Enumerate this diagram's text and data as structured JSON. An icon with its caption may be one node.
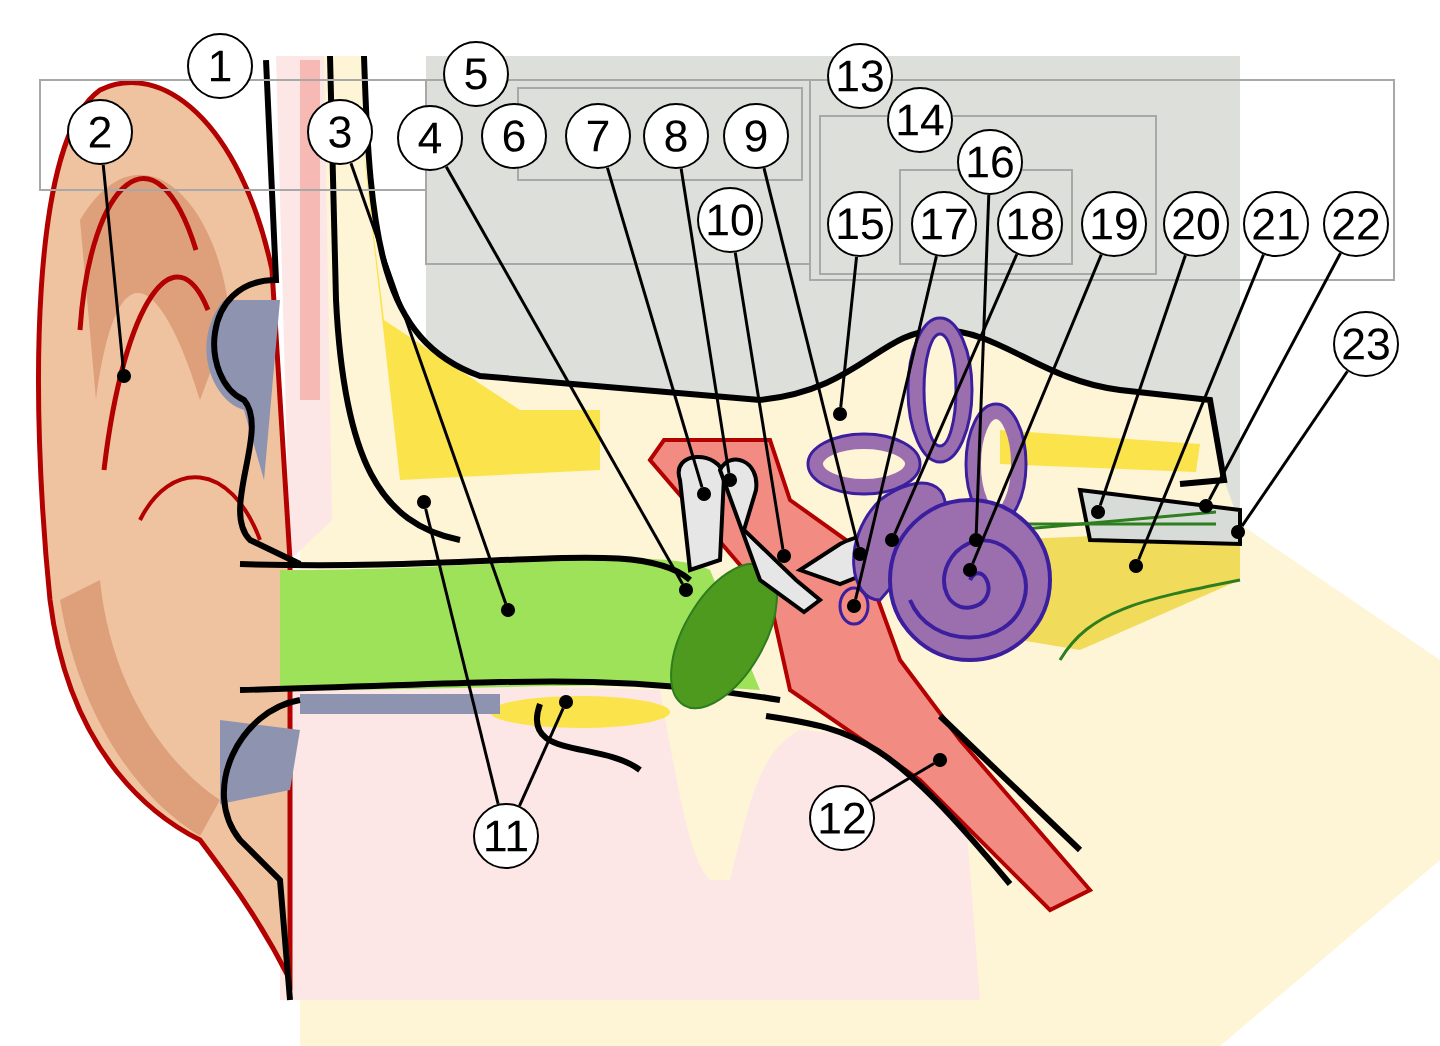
{
  "diagram": {
    "nodes": [
      {
        "text": [
          "1"
        ]
      },
      {
        "text": [
          "2"
        ]
      },
      {
        "text": [
          "3"
        ]
      },
      {
        "text": [
          "4"
        ]
      },
      {
        "text": [
          "5"
        ]
      },
      {
        "text": [
          "6"
        ]
      },
      {
        "text": [
          "7"
        ]
      },
      {
        "text": [
          "8"
        ]
      },
      {
        "text": [
          "9"
        ]
      },
      {
        "text": [
          "10"
        ]
      },
      {
        "text": [
          "11"
        ]
      },
      {
        "text": [
          "12"
        ]
      },
      {
        "text": [
          "13"
        ]
      },
      {
        "text": [
          "14"
        ]
      },
      {
        "text": [
          "15"
        ]
      },
      {
        "text": [
          "16"
        ]
      },
      {
        "text": [
          "17"
        ]
      },
      {
        "text": [
          "18"
        ]
      },
      {
        "text": [
          "19"
        ]
      },
      {
        "text": [
          "20"
        ]
      },
      {
        "text": [
          "21"
        ]
      },
      {
        "text": [
          "22"
        ]
      },
      {
        "text": [
          "23"
        ]
      },
      {
        "text": [],
        "shape": "circle"
      },
      {
        "text": [],
        "shape": "circle"
      },
      {
        "text": [],
        "shape": "circle"
      },
      {
        "text": [],
        "shape": "circle"
      },
      {
        "text": [],
        "shape": "circle"
      },
      {
        "text": [],
        "shape": "circle"
      },
      {
        "text": [],
        "shape": "circle"
      },
      {
        "text": [],
        "shape": "circle"
      },
      {
        "text": [],
        "shape": "circle"
      },
      {
        "text": [],
        "shape": "circle"
      },
      {
        "text": [],
        "shape": "circle"
      },
      {
        "text": [],
        "shape": "circle"
      },
      {
        "text": [],
        "shape": "circle"
      },
      {
        "text": [],
        "shape": "circle"
      },
      {
        "text": [],
        "shape": "circle"
      },
      {
        "text": [],
        "shape": "circle"
      },
      {
        "text": [],
        "shape": "circle"
      },
      {
        "text": [],
        "shape": "circle"
      },
      {
        "text": [],
        "shape": "circle"
      }
    ],
    "edges": [
      {
        "from": 1,
        "to": 23,
        "arrow": "none"
      },
      {
        "from": 2,
        "to": 25,
        "arrow": "none"
      },
      {
        "from": 3,
        "to": 27,
        "arrow": "none"
      },
      {
        "from": 6,
        "to": 28,
        "arrow": "none"
      },
      {
        "from": 7,
        "to": 29,
        "arrow": "none"
      },
      {
        "from": 8,
        "to": 33,
        "arrow": "none"
      },
      {
        "from": 9,
        "to": 30,
        "arrow": "none"
      },
      {
        "from": 10,
        "to": 24,
        "arrow": "none"
      },
      {
        "from": 10,
        "to": 26,
        "arrow": "none"
      },
      {
        "from": 11,
        "to": 35,
        "arrow": "none"
      },
      {
        "from": 14,
        "to": 31,
        "arrow": "none"
      },
      {
        "from": 15,
        "to": 37,
        "arrow": "none"
      },
      {
        "from": 16,
        "to": 32,
        "arrow": "none"
      },
      {
        "from": 17,
        "to": 34,
        "arrow": "none"
      },
      {
        "from": 18,
        "to": 36,
        "arrow": "none"
      },
      {
        "from": 19,
        "to": 38,
        "arrow": "none"
      },
      {
        "from": 20,
        "to": 39,
        "arrow": "none"
      },
      {
        "from": 21,
        "to": 40,
        "arrow": "none"
      },
      {
        "from": 22,
        "to": 41,
        "arrow": "none"
      }
    ]
  }
}
